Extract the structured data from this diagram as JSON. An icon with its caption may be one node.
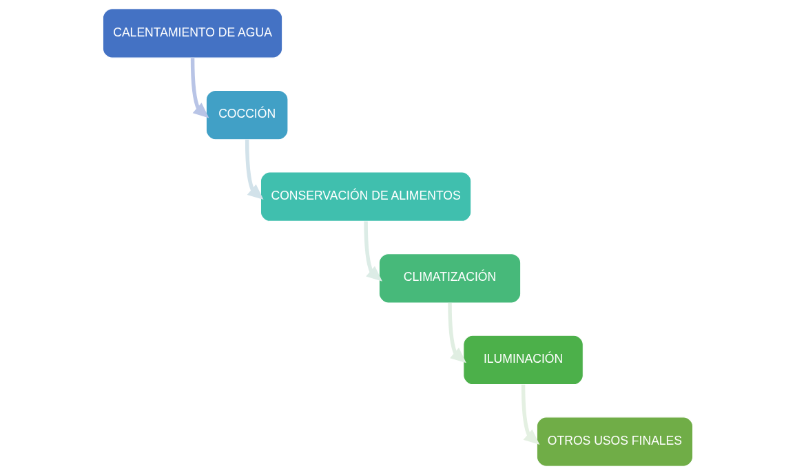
{
  "diagram": {
    "nodes": [
      {
        "text": [
          "CALENTAMIENTO DE AGUA"
        ]
      },
      {
        "text": [
          "COCCIÓN"
        ]
      },
      {
        "text": [
          "CONSERVACIÓN DE ALIMENTOS"
        ]
      },
      {
        "text": [
          "CLIMATIZACIÓN"
        ]
      },
      {
        "text": [
          "ILUMINACIÓN"
        ]
      },
      {
        "text": [
          "OTROS USOS FINALES"
        ]
      }
    ],
    "edges": [
      {
        "from": 0,
        "to": 1,
        "arrow": "to",
        "color": "#b8c4e6"
      },
      {
        "from": 1,
        "to": 2,
        "arrow": "to",
        "color": "#d2e2ea"
      },
      {
        "from": 2,
        "to": 3,
        "arrow": "to",
        "color": "#dcece6"
      },
      {
        "from": 3,
        "to": 4,
        "arrow": "to",
        "color": "#e0eee2"
      },
      {
        "from": 4,
        "to": 5,
        "arrow": "to",
        "color": "#e4f0e2"
      }
    ]
  }
}
